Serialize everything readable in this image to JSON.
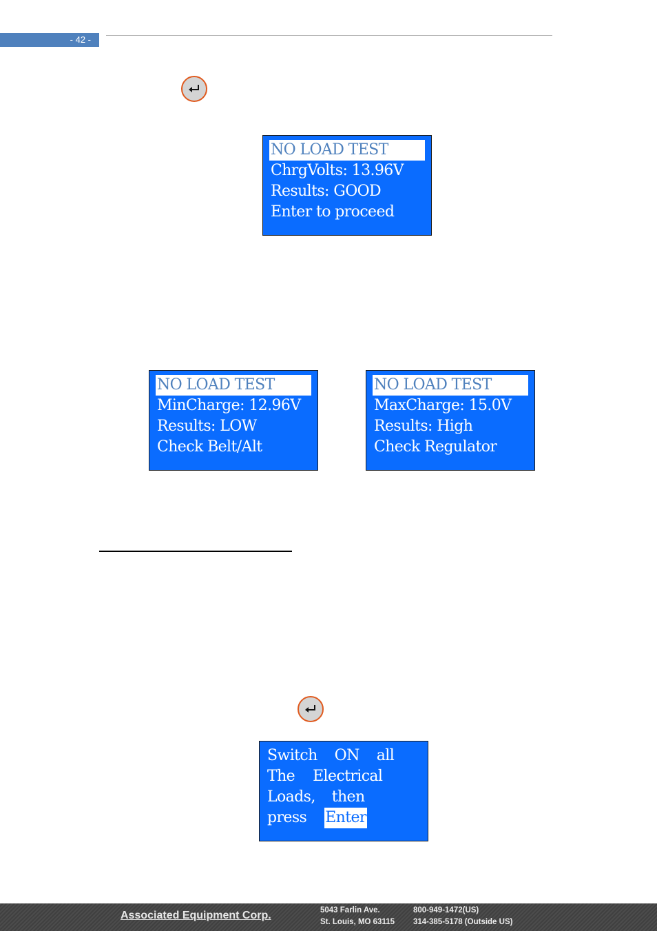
{
  "header": {
    "page_number": "- 42 -"
  },
  "screens": {
    "top": {
      "title": "NO LOAD TEST",
      "line2": "ChrgVolts: 13.96V",
      "line3": "Results: GOOD",
      "line4": "Enter to proceed"
    },
    "low": {
      "title": "NO LOAD TEST",
      "line2": "MinCharge: 12.96V",
      "line3": "Results: LOW",
      "line4": "Check Belt/Alt"
    },
    "high": {
      "title": "NO LOAD TEST",
      "line2": "MaxCharge: 15.0V",
      "line3": "Results: High",
      "line4": "Check Regulator"
    },
    "loads": {
      "l1a": "Switch",
      "l1b": "ON",
      "l1c": "all",
      "l2a": "The",
      "l2b": "Electrical",
      "l3a": "Loads,",
      "l3b": "then",
      "l4a": "press",
      "l4b": "Enter"
    }
  },
  "footer": {
    "company": "Associated Equipment Corp.",
    "address1": "5043 Farlin Ave.",
    "address2": "St. Louis, MO 63115",
    "phone1": "800-949-1472(US)",
    "phone2": "314-385-5178 (Outside US)"
  },
  "icons": {
    "enter_key": "enter-return-icon"
  }
}
